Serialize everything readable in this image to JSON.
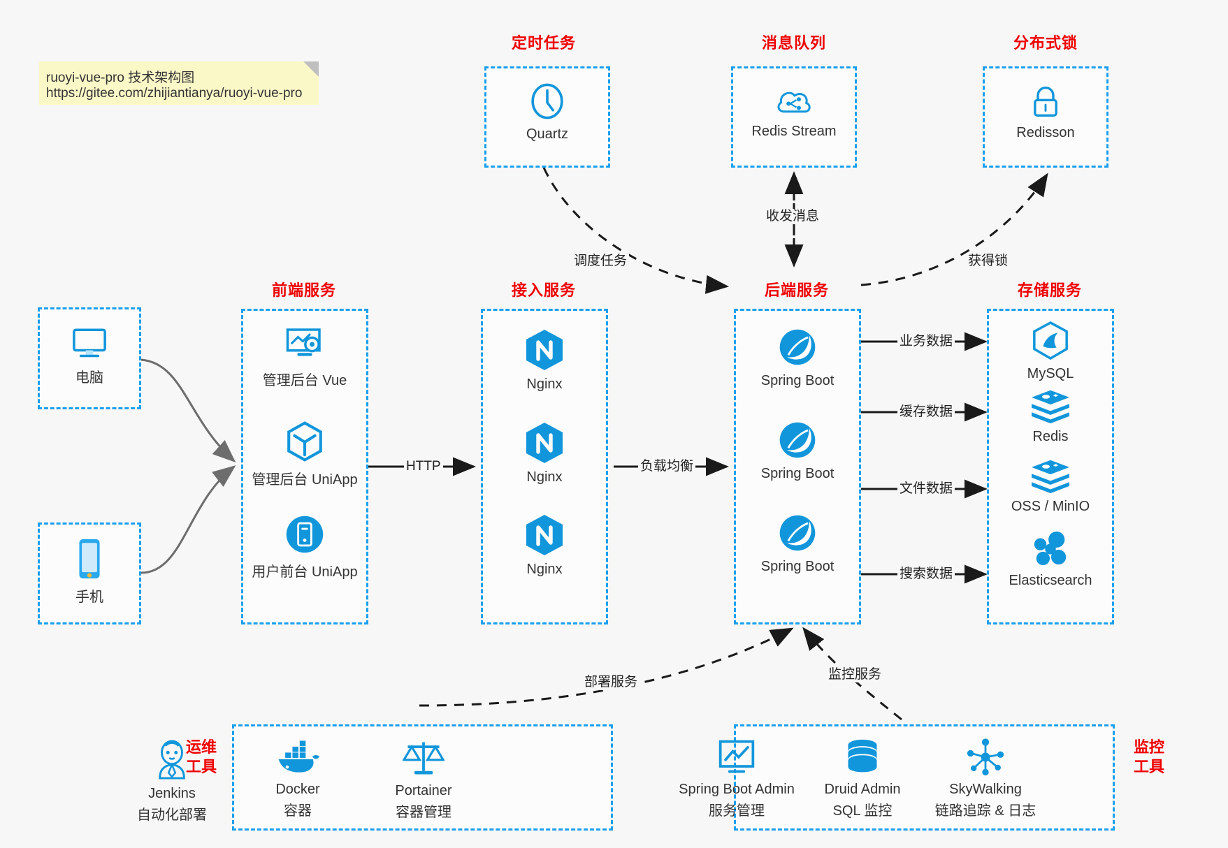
{
  "note": {
    "line1": "ruoyi-vue-pro 技术架构图",
    "line2": "https://gitee.com/zhijiantianya/ruoyi-vue-pro"
  },
  "colors": {
    "accent_blue": "#1a9fee",
    "title_red": "#ee0000",
    "icon_blue": "#1296db",
    "note_yellow": "#fbf8c8",
    "arrow_gray": "#6d6d6d",
    "arrow_black": "#1a1a1a",
    "background": "#f7f7f7"
  },
  "groups": {
    "scheduled_task": {
      "title": "定时任务",
      "nodes": [
        {
          "label": "Quartz",
          "icon": "clock-icon"
        }
      ]
    },
    "message_queue": {
      "title": "消息队列",
      "nodes": [
        {
          "label": "Redis Stream",
          "icon": "cloud-stream-icon"
        }
      ]
    },
    "distributed_lock": {
      "title": "分布式锁",
      "nodes": [
        {
          "label": "Redisson",
          "icon": "lock-icon"
        }
      ]
    },
    "client_pc": {
      "title": "",
      "nodes": [
        {
          "label": "电脑",
          "icon": "desktop-monitor-icon"
        }
      ]
    },
    "client_mobile": {
      "title": "",
      "nodes": [
        {
          "label": "手机",
          "icon": "smartphone-icon"
        }
      ]
    },
    "frontend": {
      "title": "前端服务",
      "nodes": [
        {
          "label": "管理后台 Vue",
          "icon": "admin-dashboard-icon"
        },
        {
          "label": "管理后台 UniApp",
          "icon": "cube-icon"
        },
        {
          "label": "用户前台 UniApp",
          "icon": "mobile-app-icon"
        }
      ]
    },
    "gateway": {
      "title": "接入服务",
      "nodes": [
        {
          "label": "Nginx",
          "icon": "nginx-icon"
        },
        {
          "label": "Nginx",
          "icon": "nginx-icon"
        },
        {
          "label": "Nginx",
          "icon": "nginx-icon"
        }
      ]
    },
    "backend": {
      "title": "后端服务",
      "nodes": [
        {
          "label": "Spring Boot",
          "icon": "spring-boot-icon"
        },
        {
          "label": "Spring Boot",
          "icon": "spring-boot-icon"
        },
        {
          "label": "Spring Boot",
          "icon": "spring-boot-icon"
        }
      ]
    },
    "storage": {
      "title": "存储服务",
      "nodes": [
        {
          "label": "MySQL",
          "icon": "mysql-icon"
        },
        {
          "label": "Redis",
          "icon": "redis-icon"
        },
        {
          "label": "OSS / MinIO",
          "icon": "oss-minio-icon"
        },
        {
          "label": "Elasticsearch",
          "icon": "elasticsearch-icon"
        }
      ]
    },
    "devops": {
      "title": "运维\n工具",
      "title_line1": "运维",
      "title_line2": "工具",
      "nodes": [
        {
          "label": "Jenkins",
          "sublabel": "自动化部署",
          "icon": "jenkins-icon"
        },
        {
          "label": "Docker",
          "sublabel": "容器",
          "icon": "docker-icon"
        },
        {
          "label": "Portainer",
          "sublabel": "容器管理",
          "icon": "scales-icon"
        }
      ]
    },
    "monitoring": {
      "title_line1": "监控",
      "title_line2": "工具",
      "nodes": [
        {
          "label": "Spring Boot Admin",
          "sublabel": "服务管理",
          "icon": "monitor-chart-icon"
        },
        {
          "label": "Druid Admin",
          "sublabel": "SQL 监控",
          "icon": "database-stack-icon"
        },
        {
          "label": "SkyWalking",
          "sublabel": "链路追踪 & 日志",
          "icon": "network-nodes-icon"
        }
      ]
    }
  },
  "edges": [
    {
      "id": "schedule-task",
      "label": "调度任务",
      "style": "dashed",
      "from": "scheduled_task",
      "to": "backend"
    },
    {
      "id": "send-recv-msg",
      "label": "收发消息",
      "style": "dashed",
      "from": "message_queue",
      "to": "backend"
    },
    {
      "id": "acquire-lock",
      "label": "获得锁",
      "style": "dashed",
      "from": "backend",
      "to": "distributed_lock"
    },
    {
      "id": "http",
      "label": "HTTP",
      "style": "solid",
      "from": "frontend",
      "to": "gateway"
    },
    {
      "id": "load-balance",
      "label": "负载均衡",
      "style": "solid",
      "from": "gateway",
      "to": "backend"
    },
    {
      "id": "business-data",
      "label": "业务数据",
      "style": "solid",
      "from": "backend",
      "to": "storage"
    },
    {
      "id": "cache-data",
      "label": "缓存数据",
      "style": "solid",
      "from": "backend",
      "to": "storage"
    },
    {
      "id": "file-data",
      "label": "文件数据",
      "style": "solid",
      "from": "backend",
      "to": "storage"
    },
    {
      "id": "search-data",
      "label": "搜索数据",
      "style": "solid",
      "from": "backend",
      "to": "storage"
    },
    {
      "id": "deploy-service",
      "label": "部署服务",
      "style": "dashed",
      "from": "devops",
      "to": "backend"
    },
    {
      "id": "monitor-service",
      "label": "监控服务",
      "style": "dashed",
      "from": "monitoring",
      "to": "backend"
    }
  ]
}
